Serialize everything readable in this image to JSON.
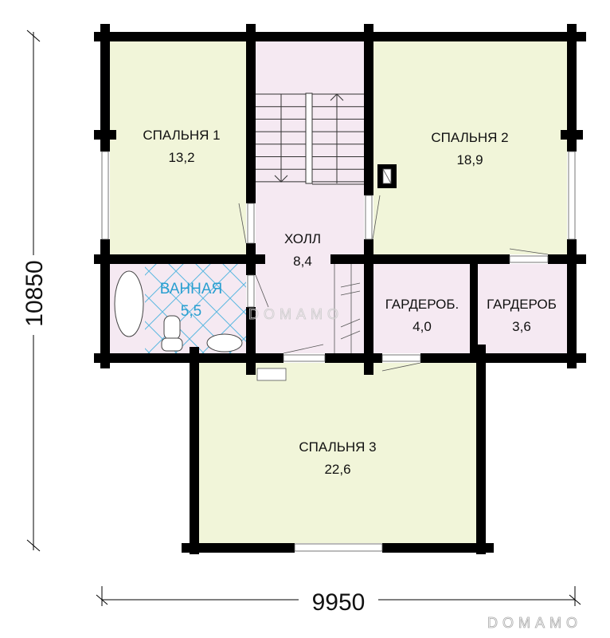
{
  "plan": {
    "rooms": [
      {
        "name": "СПАЛЬНЯ 1",
        "area": "13,2"
      },
      {
        "name": "СПАЛЬНЯ 2",
        "area": "18,9"
      },
      {
        "name": "ХОЛЛ",
        "area": "8,4"
      },
      {
        "name": "ВАННАЯ",
        "area": "5,5"
      },
      {
        "name": "ГАРДЕРОБ.",
        "area": "4,0"
      },
      {
        "name": "ГАРДЕРОБ",
        "area": "3,6"
      },
      {
        "name": "СПАЛЬНЯ 3",
        "area": "22,6"
      }
    ],
    "dimensions": {
      "height": "10850",
      "width": "9950"
    },
    "watermark": "DOMAMO",
    "colors": {
      "bedroom": "#f1f5d9",
      "wet": "#f5e9f2",
      "wall": "#000000",
      "tile": "#5bb8e0"
    }
  }
}
